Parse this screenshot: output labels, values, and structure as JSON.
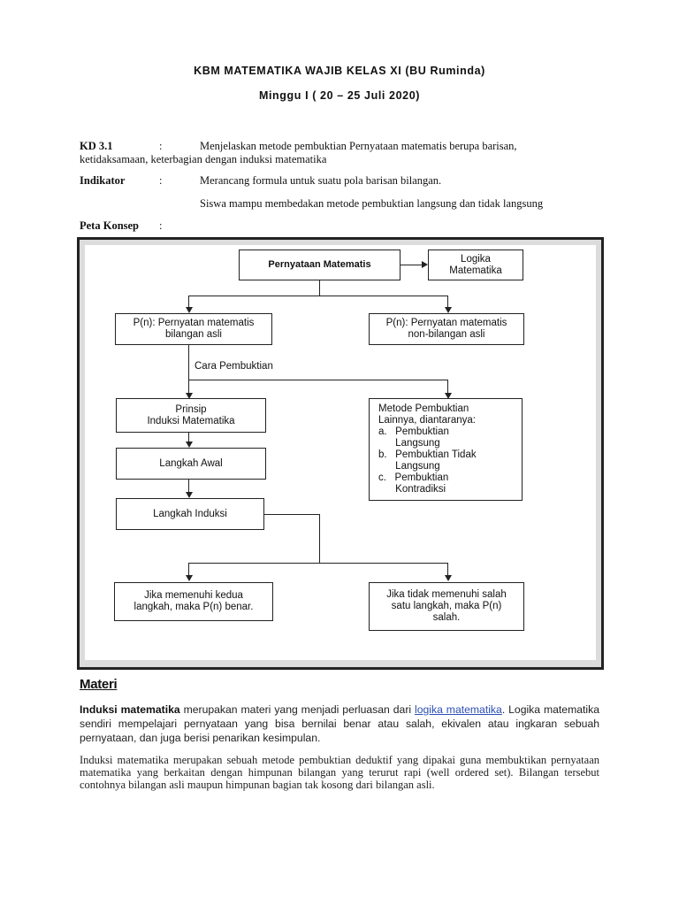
{
  "header": {
    "title": "KBM MATEMATIKA WAJIB KELAS XI (BU Ruminda)",
    "subtitle": "Minggu I ( 20 – 25 Juli 2020)"
  },
  "kd": {
    "label": "KD 3.1",
    "colon": ":",
    "text_line1": "Menjelaskan metode pembuktian Pernyataan matematis berupa barisan,",
    "text_line2": "ketidaksamaan,  keterbagian dengan induksi matematika"
  },
  "indikator": {
    "label": "Indikator",
    "colon": ":",
    "items": [
      "Merancang formula untuk suatu pola barisan bilangan.",
      "Siswa mampu membedakan metode pembuktian langsung dan tidak langsung"
    ]
  },
  "peta": {
    "label": "Peta Konsep",
    "colon": ":"
  },
  "diagram": {
    "pernyataan": "Pernyataan Matematis",
    "logika_l1": "Logika",
    "logika_l2": "Matematika",
    "pn_asli_l1": "P(n): Pernyatan matematis",
    "pn_asli_l2": "bilangan asli",
    "pn_non_l1": "P(n): Pernyatan matematis",
    "pn_non_l2": "non-bilangan asli",
    "cara": "Cara Pembuktian",
    "prinsip_l1": "Prinsip",
    "prinsip_l2": "Induksi Matematika",
    "metode_l1": "Metode Pembuktian",
    "metode_l2": "Lainnya, diantaranya:",
    "metode_a_l1": "a.   Pembuktian",
    "metode_a_l2": "      Langsung",
    "metode_b_l1": "b.   Pembuktian Tidak",
    "metode_b_l2": "      Langsung",
    "metode_c_l1": "c.   Pembuktian",
    "metode_c_l2": "      Kontradiksi",
    "langkah_awal": "Langkah Awal",
    "langkah_induksi": "Langkah Induksi",
    "benar_l1": "Jika memenuhi kedua",
    "benar_l2": "langkah, maka P(n) benar.",
    "salah_l1": "Jika tidak memenuhi salah",
    "salah_l2": "satu langkah, maka P(n)",
    "salah_l3": "salah."
  },
  "materi": {
    "heading": "Materi",
    "p1_bold": "Induksi matematika",
    "p1_a": " merupakan materi yang menjadi perluasan dari ",
    "p1_link": "logika matematika",
    "p1_b": ". Logika matematika sendiri mempelajari pernyataan yang bisa bernilai benar atau salah, ekivalen atau ingkaran sebuah pernyataan, dan juga berisi penarikan kesimpulan.",
    "p2": "Induksi matematika merupakan sebuah metode pembuktian deduktif yang dipakai guna membuktikan pernyataan matematika yang berkaitan dengan himpunan bilangan yang terurut rapi (well ordered set). Bilangan tersebut contohnya bilangan asli maupun himpunan bagian tak kosong dari bilangan asli."
  }
}
